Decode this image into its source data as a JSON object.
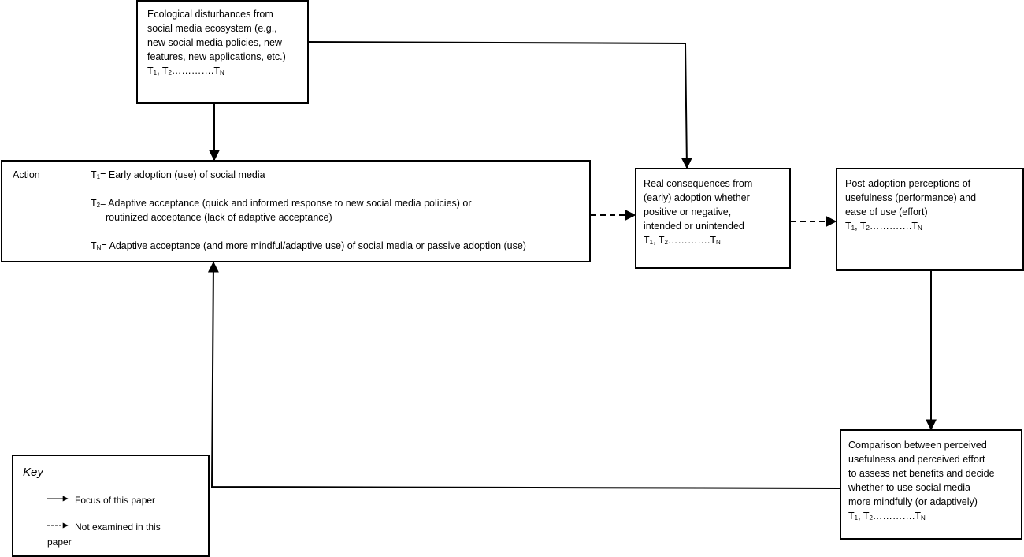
{
  "eco_box": {
    "lines": [
      "Ecological disturbances from",
      "social media ecosystem (e.g.,",
      "new social media policies, new",
      "features, new applications, etc.)"
    ],
    "t_line": {
      "t": "T",
      "s1": "1",
      "mid": ", T",
      "s2": "2",
      "dots": "………….T",
      "sn": "N"
    }
  },
  "action_box": {
    "label": "Action",
    "t1": {
      "t": "T",
      "sub": "1",
      "text": "= Early adoption (use) of social media"
    },
    "t2": {
      "t": "T",
      "sub": "2",
      "text": "= Adaptive acceptance (quick and informed response to new social media policies) or",
      "cont": "routinized acceptance (lack of adaptive acceptance)"
    },
    "tn": {
      "t": "T",
      "sub": "N",
      "text": "= Adaptive acceptance (and more mindful/adaptive use) of social media or passive adoption (use)"
    }
  },
  "real_box": {
    "lines": [
      "Real consequences from",
      "(early) adoption whether",
      "positive or negative,",
      "intended or unintended"
    ],
    "t_line": {
      "t": "T",
      "s1": "1",
      "mid": ", T",
      "s2": "2",
      "dots": "………….T",
      "sn": "N"
    }
  },
  "post_box": {
    "lines": [
      "Post-adoption perceptions of",
      "usefulness (performance) and",
      "ease of use (effort)"
    ],
    "t_line": {
      "t": "T",
      "s1": "1",
      "mid": ", T",
      "s2": "2",
      "dots": "………….T",
      "sn": "N"
    }
  },
  "compare_box": {
    "lines": [
      "Comparison between perceived",
      "usefulness and perceived effort",
      "to assess net benefits and decide",
      "whether to use social media",
      "more mindfully (or adaptively)"
    ],
    "t_line": {
      "t": "T",
      "s1": "1",
      "mid": ", T",
      "s2": "2",
      "dots": "………….T",
      "sn": "N"
    }
  },
  "key": {
    "title": "Key",
    "solid_label": "Focus of this paper",
    "dashed_label_1": "Not examined in this",
    "dashed_label_2": "paper"
  },
  "colors": {
    "line": "#000000",
    "background": "#ffffff"
  }
}
